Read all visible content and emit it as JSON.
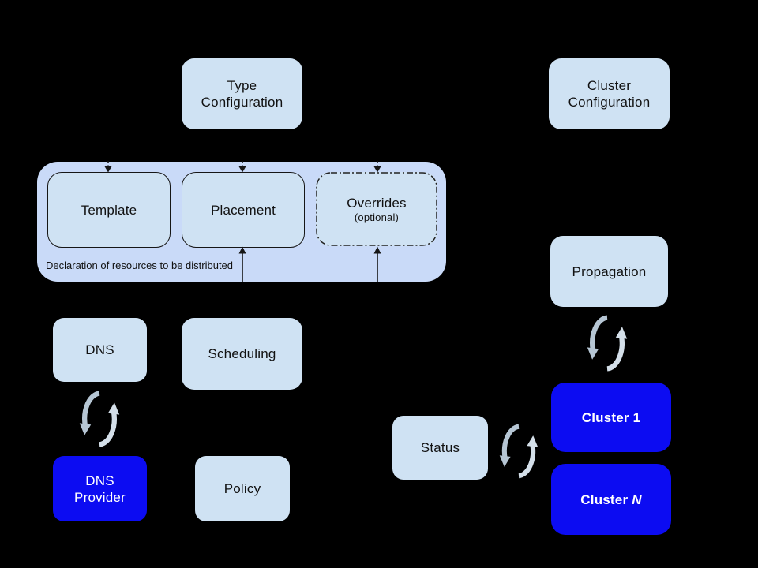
{
  "colors": {
    "background": "#000000",
    "box_light": "#cfe2f3",
    "container_fill": "#c9daf8",
    "box_blue": "#0c0cf2",
    "text_dark": "#111111",
    "text_light": "#ffffff",
    "connector": "#161616",
    "sync_light": "#d4dfe9",
    "sync_dark": "#b6c6d4"
  },
  "nodes": {
    "type_config": {
      "line1": "Type",
      "line2": "Configuration"
    },
    "cluster_config": {
      "line1": "Cluster",
      "line2": "Configuration"
    },
    "template": {
      "label": "Template"
    },
    "placement": {
      "label": "Placement"
    },
    "overrides": {
      "label": "Overrides",
      "sublabel": "(optional)"
    },
    "container_caption": "Declaration of resources to be distributed",
    "dns": {
      "label": "DNS"
    },
    "scheduling": {
      "label": "Scheduling"
    },
    "dns_provider": {
      "line1": "DNS",
      "line2": "Provider"
    },
    "policy": {
      "label": "Policy"
    },
    "propagation": {
      "label": "Propagation"
    },
    "status": {
      "label": "Status"
    },
    "cluster_1": {
      "label": "Cluster 1"
    },
    "cluster_n": {
      "prefix": "Cluster ",
      "suffix": "N"
    }
  },
  "icons": {
    "sync": "sync-icon (two circular chasing arrows)"
  }
}
